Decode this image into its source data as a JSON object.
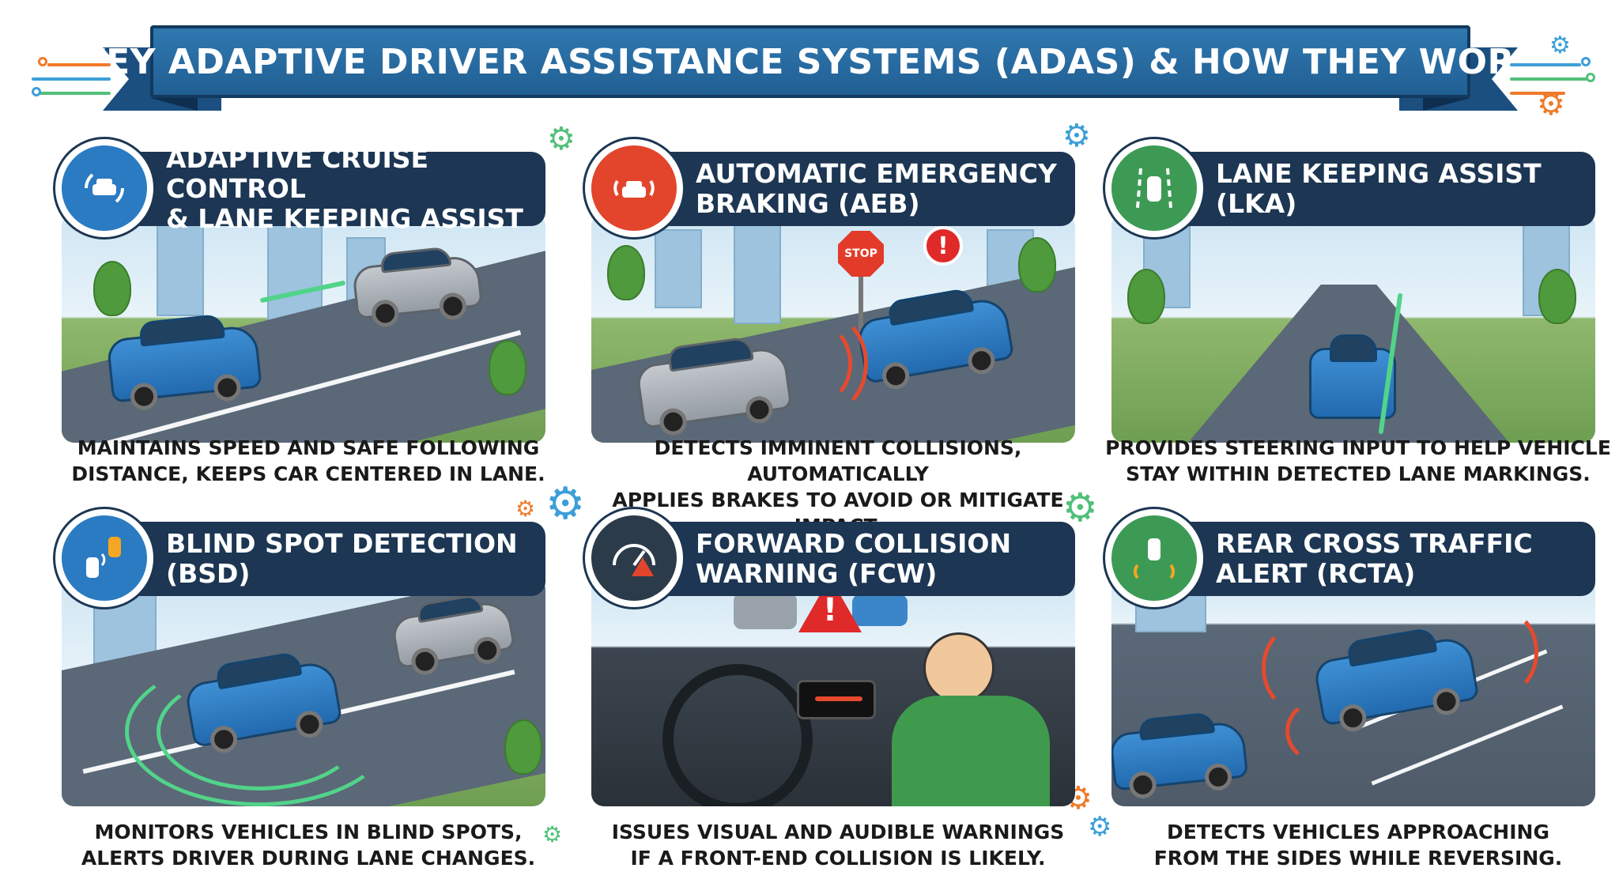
{
  "title": "KEY ADAPTIVE DRIVER ASSISTANCE SYSTEMS (ADAS) & HOW THEY WORK",
  "colors": {
    "banner": "#215f93",
    "header": "#1c3653",
    "badge_blue": "#2a7bc2",
    "badge_red": "#e2452b",
    "badge_green": "#3c9a55",
    "accent_orange": "#f07a2a",
    "accent_green": "#52d38a"
  },
  "cards": [
    {
      "title": "ADAPTIVE CRUISE CONTROL\n& LANE KEEPING ASSIST",
      "description": "MAINTAINS SPEED AND SAFE FOLLOWING\nDISTANCE, KEEPS CAR CENTERED IN LANE.",
      "icon": "cruise-control-car-icon"
    },
    {
      "title": "AUTOMATIC EMERGENCY\nBRAKING (AEB)",
      "description": "DETECTS IMMINENT COLLISIONS, AUTOMATICALLY\nAPPLIES BRAKES TO AVOID OR MITIGATE IMPACT.",
      "icon": "emergency-braking-icon",
      "sign_text": "STOP"
    },
    {
      "title": "LANE KEEPING ASSIST (LKA)",
      "description": "PROVIDES STEERING INPUT TO HELP VEHICLE\nSTAY WITHIN DETECTED LANE MARKINGS.",
      "icon": "lane-keeping-icon"
    },
    {
      "title": "BLIND SPOT DETECTION (BSD)",
      "description": "MONITORS VEHICLES IN BLIND SPOTS,\nALERTS DRIVER DURING LANE CHANGES.",
      "icon": "blind-spot-icon"
    },
    {
      "title": "FORWARD COLLISION\nWARNING (FCW)",
      "description": "ISSUES VISUAL AND AUDIBLE WARNINGS\nIF A FRONT-END COLLISION IS LIKELY.",
      "icon": "collision-warning-gauge-icon"
    },
    {
      "title": "REAR CROSS TRAFFIC\nALERT (RCTA)",
      "description": "DETECTS VEHICLES APPROACHING\nFROM THE SIDES WHILE REVERSING.",
      "icon": "rear-cross-traffic-icon"
    }
  ]
}
